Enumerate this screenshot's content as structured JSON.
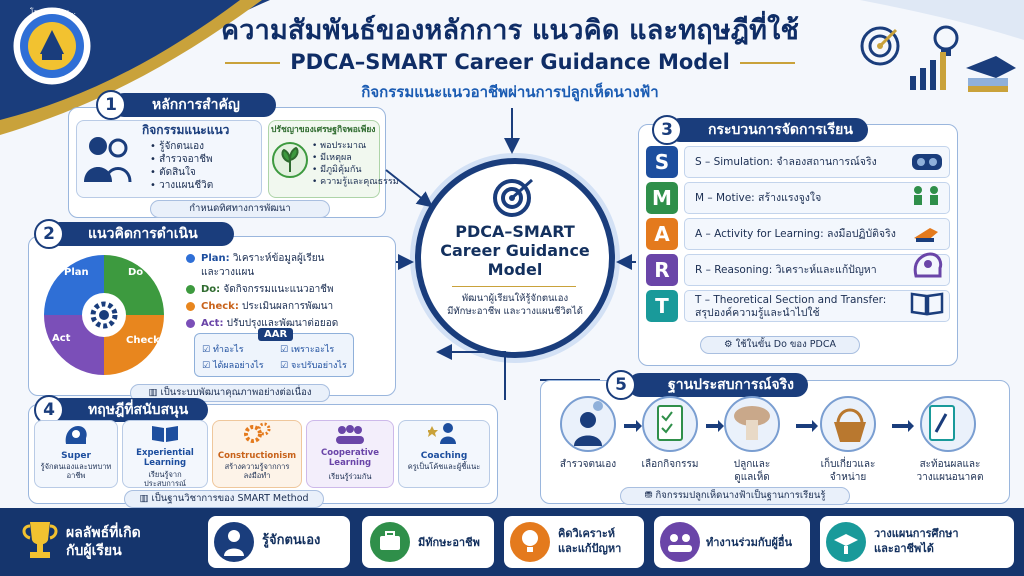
{
  "header": {
    "title": "ความสัมพันธ์ของหลักการ แนวคิด และทฤษฎีที่ใช้",
    "subtitle": "PDCA–SMART Career Guidance Model",
    "subtitle2": "กิจกรรมแนะแนวอาชีพผ่านการปลูกเห็ดนางฟ้า",
    "logo_text": "โรงเรียนบ้าน..."
  },
  "center": {
    "title_line1": "PDCA–SMART",
    "title_line2": "Career Guidance",
    "title_line3": "Model",
    "desc_line1": "พัฒนาผู้เรียนให้รู้จักตนเอง",
    "desc_line2": "มีทักษะอาชีพ และวางแผนชีวิตได้"
  },
  "section1": {
    "num": "1",
    "head": "หลักการสำคัญ",
    "guidance_title": "กิจกรรมแนะแนว",
    "guidance_items": [
      "รู้จักตนเอง",
      "สำรวจอาชีพ",
      "ตัดสินใจ",
      "วางแผนชีวิต"
    ],
    "philosophy_title": "ปรัชญาของเศรษฐกิจพอเพียง",
    "philosophy_items": [
      "พอประมาณ",
      "มีเหตุผล",
      "มีภูมิคุ้มกัน",
      "ความรู้และคุณธรรม"
    ],
    "footer": "กำหนดทิศทางการพัฒนา"
  },
  "section2": {
    "num": "2",
    "head": "แนวคิดการดำเนินงาน",
    "cycle": [
      "Plan",
      "Do",
      "Check",
      "Act"
    ],
    "items": [
      {
        "key": "Plan:",
        "text": "วิเคราะห์ข้อมูลผู้เรียน",
        "text2": "และวางแผน",
        "color": "#2f6fd6"
      },
      {
        "key": "Do:",
        "text": "จัดกิจกรรมแนะแนวอาชีพ",
        "text2": "",
        "color": "#3d9a3f"
      },
      {
        "key": "Check:",
        "text": "ประเมินผลการพัฒนา",
        "text2": "",
        "color": "#e8861e"
      },
      {
        "key": "Act:",
        "text": "ปรับปรุงและพัฒนาต่อยอด",
        "text2": "",
        "color": "#7b4fb8"
      }
    ],
    "aar_title": "AAR",
    "aar_items": [
      "ทำอะไร",
      "เพราะอะไร",
      "ได้ผลอย่างไร",
      "จะปรับอย่างไร"
    ],
    "footer": "เป็นระบบพัฒนาคุณภาพอย่างต่อเนื่อง"
  },
  "section3": {
    "num": "3",
    "head": "กระบวนการจัดการเรียนรู้",
    "steps": [
      {
        "letter": "S",
        "text": "S – Simulation: จำลองสถานการณ์จริง",
        "color": "#1d4e9e"
      },
      {
        "letter": "M",
        "text": "M – Motive: สร้างแรงจูงใจ",
        "color": "#2f8f4a"
      },
      {
        "letter": "A",
        "text": "A – Activity for Learning: ลงมือปฏิบัติจริง",
        "color": "#e47a1d"
      },
      {
        "letter": "R",
        "text": "R – Reasoning: วิเคราะห์และแก้ปัญหา",
        "color": "#6a45a8"
      },
      {
        "letter": "T",
        "text": "T – Theoretical Section and Transfer:",
        "text2": "สรุปองค์ความรู้และนำไปใช้",
        "color": "#199a9a"
      }
    ],
    "footer": "ใช้ในขั้น Do ของ PDCA"
  },
  "section4": {
    "num": "4",
    "head": "ทฤษฎีที่สนับสนุน",
    "theories": [
      {
        "name": "Super",
        "desc": "รู้จักตนเองและบทบาทอาชีพ",
        "color": "#1d4e9e"
      },
      {
        "name": "Experiential Learning",
        "desc": "เรียนรู้จากประสบการณ์",
        "color": "#1d4e9e"
      },
      {
        "name": "Constructionism",
        "desc": "สร้างความรู้จากการลงมือทำ",
        "color": "#c8621a"
      },
      {
        "name": "Cooperative Learning",
        "desc": "เรียนรู้ร่วมกัน",
        "color": "#6a45a8"
      },
      {
        "name": "Coaching",
        "desc": "ครูเป็นโค้ชและผู้ชี้แนะ",
        "color": "#1d4e9e"
      }
    ],
    "footer": "เป็นฐานวิชาการของ SMART Method"
  },
  "section5": {
    "num": "5",
    "head": "ฐานประสบการณ์จริง",
    "steps": [
      {
        "label": "สำรวจตนเอง",
        "label2": ""
      },
      {
        "label": "เลือกกิจกรรม",
        "label2": ""
      },
      {
        "label": "ปลูกและ",
        "label2": "ดูแลเห็ด"
      },
      {
        "label": "เก็บเกี่ยวและ",
        "label2": "จำหน่าย"
      },
      {
        "label": "สะท้อนผลและ",
        "label2": "วางแผนอนาคต"
      }
    ],
    "footer": "กิจกรรมปลูกเห็ดนางฟ้าเป็นฐานการเรียนรู้"
  },
  "outcomes": {
    "title_line1": "ผลลัพธ์ที่เกิด",
    "title_line2": "กับผู้เรียน",
    "items": [
      {
        "label": "รู้จักตนเอง",
        "label2": "",
        "color": "#1a3d7c"
      },
      {
        "label": "มีทักษะอาชีพ",
        "label2": "",
        "color": "#2f8f4a"
      },
      {
        "label": "คิดวิเคราะห์",
        "label2": "และแก้ปัญหา",
        "color": "#e47a1d"
      },
      {
        "label": "ทำงานร่วมกับผู้อื่น",
        "label2": "",
        "color": "#6a45a8"
      },
      {
        "label": "วางแผนการศึกษา",
        "label2": "และอาชีพได้",
        "color": "#199a9a"
      }
    ]
  }
}
